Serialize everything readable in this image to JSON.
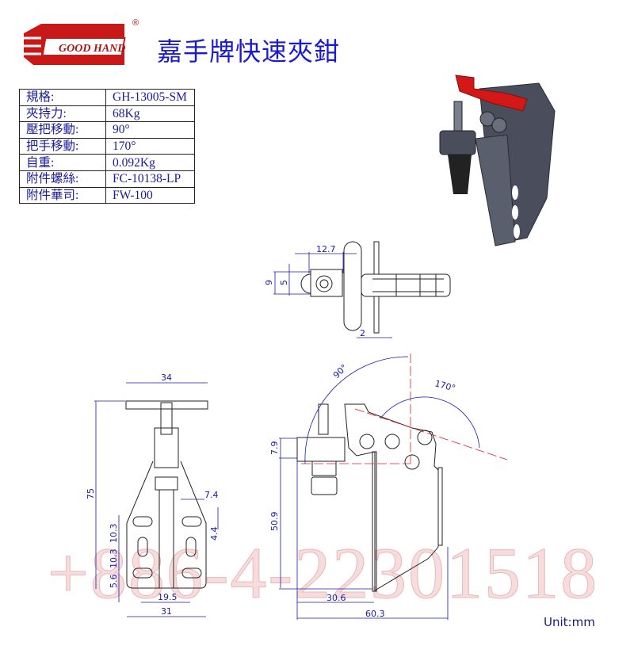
{
  "brand": {
    "logo_text": "GOOD HAND",
    "registered_mark": "®"
  },
  "title": "嘉手牌快速夾鉗",
  "spec_table": [
    {
      "label": "規格:",
      "value": "GH-13005-SM"
    },
    {
      "label": "夾持力:",
      "value": "68Kg"
    },
    {
      "label": "壓把移動:",
      "value": "90°"
    },
    {
      "label": "把手移動:",
      "value": "170°"
    },
    {
      "label": "自重:",
      "value": "0.092Kg"
    },
    {
      "label": "附件螺絲:",
      "value": "FC-10138-LP"
    },
    {
      "label": "附件華司:",
      "value": "FW-100"
    }
  ],
  "watermark": "+886-4-22301518",
  "dimensions": {
    "top_view": {
      "width_12_7": "12.7",
      "h9": "9",
      "h5": "5",
      "thick2": "2"
    },
    "front_view": {
      "top34": "34",
      "height75": "75",
      "d7_4": "7.4",
      "d4_4": "4.4",
      "d10_3a": "10.3",
      "d10_3b": "10.3",
      "d5_6": "5.6",
      "d19_5": "19.5",
      "d31": "31"
    },
    "side_view": {
      "angle90": "90°",
      "angle170": "170°",
      "d7_9": "7.9",
      "d50_9": "50.9",
      "d30_6": "30.6",
      "d60_3": "60.3"
    }
  },
  "unit_label": "Unit:mm",
  "colors": {
    "dimension": "#1a1aa8",
    "centerline": "#e02020",
    "title": "#1a1ad0",
    "logo": "#d42020"
  }
}
